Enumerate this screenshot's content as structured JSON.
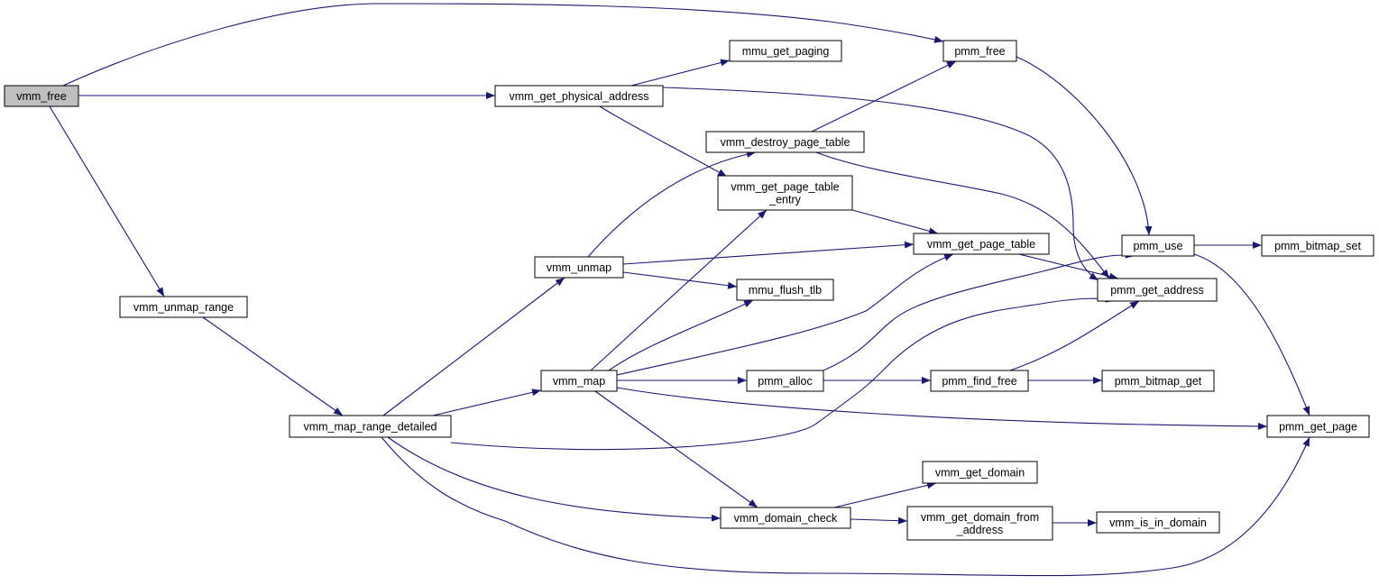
{
  "colors": {
    "edge": "#191970",
    "node_fill": "#ffffff",
    "root_fill": "#bfbfbf",
    "border": "#000000"
  },
  "nodes": [
    {
      "id": "vmm_free",
      "lines": [
        "vmm_free"
      ],
      "root": true
    },
    {
      "id": "pmm_free",
      "lines": [
        "pmm_free"
      ]
    },
    {
      "id": "vmm_get_physical_address",
      "lines": [
        "vmm_get_physical_address"
      ]
    },
    {
      "id": "mmu_get_paging",
      "lines": [
        "mmu_get_paging"
      ]
    },
    {
      "id": "vmm_destroy_page_table",
      "lines": [
        "vmm_destroy_page_table"
      ]
    },
    {
      "id": "vmm_get_page_table_entry",
      "lines": [
        "vmm_get_page_table",
        "_entry"
      ]
    },
    {
      "id": "vmm_get_page_table",
      "lines": [
        "vmm_get_page_table"
      ]
    },
    {
      "id": "pmm_use",
      "lines": [
        "pmm_use"
      ]
    },
    {
      "id": "pmm_bitmap_set",
      "lines": [
        "pmm_bitmap_set"
      ]
    },
    {
      "id": "vmm_unmap",
      "lines": [
        "vmm_unmap"
      ]
    },
    {
      "id": "pmm_get_address",
      "lines": [
        "pmm_get_address"
      ]
    },
    {
      "id": "mmu_flush_tlb",
      "lines": [
        "mmu_flush_tlb"
      ]
    },
    {
      "id": "vmm_unmap_range",
      "lines": [
        "vmm_unmap_range"
      ]
    },
    {
      "id": "vmm_map",
      "lines": [
        "vmm_map"
      ]
    },
    {
      "id": "pmm_alloc",
      "lines": [
        "pmm_alloc"
      ]
    },
    {
      "id": "pmm_find_free",
      "lines": [
        "pmm_find_free"
      ]
    },
    {
      "id": "pmm_bitmap_get",
      "lines": [
        "pmm_bitmap_get"
      ]
    },
    {
      "id": "vmm_map_range_detailed",
      "lines": [
        "vmm_map_range_detailed"
      ]
    },
    {
      "id": "pmm_get_page",
      "lines": [
        "pmm_get_page"
      ]
    },
    {
      "id": "vmm_get_domain",
      "lines": [
        "vmm_get_domain"
      ]
    },
    {
      "id": "vmm_domain_check",
      "lines": [
        "vmm_domain_check"
      ]
    },
    {
      "id": "vmm_get_domain_from_address",
      "lines": [
        "vmm_get_domain_from",
        "_address"
      ]
    },
    {
      "id": "vmm_is_in_domain",
      "lines": [
        "vmm_is_in_domain"
      ]
    }
  ],
  "edges": [
    {
      "from": "vmm_free",
      "to": "pmm_free"
    },
    {
      "from": "vmm_free",
      "to": "vmm_get_physical_address"
    },
    {
      "from": "vmm_free",
      "to": "vmm_unmap_range"
    },
    {
      "from": "vmm_get_physical_address",
      "to": "mmu_get_paging"
    },
    {
      "from": "vmm_get_physical_address",
      "to": "vmm_get_page_table_entry"
    },
    {
      "from": "vmm_get_physical_address",
      "to": "pmm_get_address"
    },
    {
      "from": "pmm_free",
      "to": "pmm_use"
    },
    {
      "from": "vmm_destroy_page_table",
      "to": "pmm_free"
    },
    {
      "from": "vmm_destroy_page_table",
      "to": "pmm_get_address"
    },
    {
      "from": "vmm_get_page_table_entry",
      "to": "vmm_get_page_table"
    },
    {
      "from": "vmm_get_page_table",
      "to": "pmm_get_address"
    },
    {
      "from": "pmm_use",
      "to": "pmm_bitmap_set"
    },
    {
      "from": "pmm_use",
      "to": "pmm_get_page"
    },
    {
      "from": "vmm_unmap",
      "to": "vmm_destroy_page_table"
    },
    {
      "from": "vmm_unmap",
      "to": "vmm_get_page_table"
    },
    {
      "from": "vmm_unmap",
      "to": "mmu_flush_tlb"
    },
    {
      "from": "vmm_unmap_range",
      "to": "vmm_map_range_detailed"
    },
    {
      "from": "vmm_map_range_detailed",
      "to": "vmm_unmap"
    },
    {
      "from": "vmm_map_range_detailed",
      "to": "vmm_map"
    },
    {
      "from": "vmm_map_range_detailed",
      "to": "pmm_get_address"
    },
    {
      "from": "vmm_map_range_detailed",
      "to": "vmm_domain_check"
    },
    {
      "from": "vmm_map_range_detailed",
      "to": "pmm_get_page"
    },
    {
      "from": "vmm_map",
      "to": "vmm_get_page_table_entry"
    },
    {
      "from": "vmm_map",
      "to": "mmu_flush_tlb"
    },
    {
      "from": "vmm_map",
      "to": "vmm_get_page_table"
    },
    {
      "from": "vmm_map",
      "to": "pmm_alloc"
    },
    {
      "from": "vmm_map",
      "to": "pmm_get_page"
    },
    {
      "from": "vmm_map",
      "to": "vmm_domain_check"
    },
    {
      "from": "pmm_alloc",
      "to": "pmm_use"
    },
    {
      "from": "pmm_alloc",
      "to": "pmm_find_free"
    },
    {
      "from": "pmm_find_free",
      "to": "pmm_get_address"
    },
    {
      "from": "pmm_find_free",
      "to": "pmm_bitmap_get"
    },
    {
      "from": "vmm_domain_check",
      "to": "vmm_get_domain"
    },
    {
      "from": "vmm_domain_check",
      "to": "vmm_get_domain_from_address"
    },
    {
      "from": "vmm_get_domain_from_address",
      "to": "vmm_is_in_domain"
    }
  ]
}
